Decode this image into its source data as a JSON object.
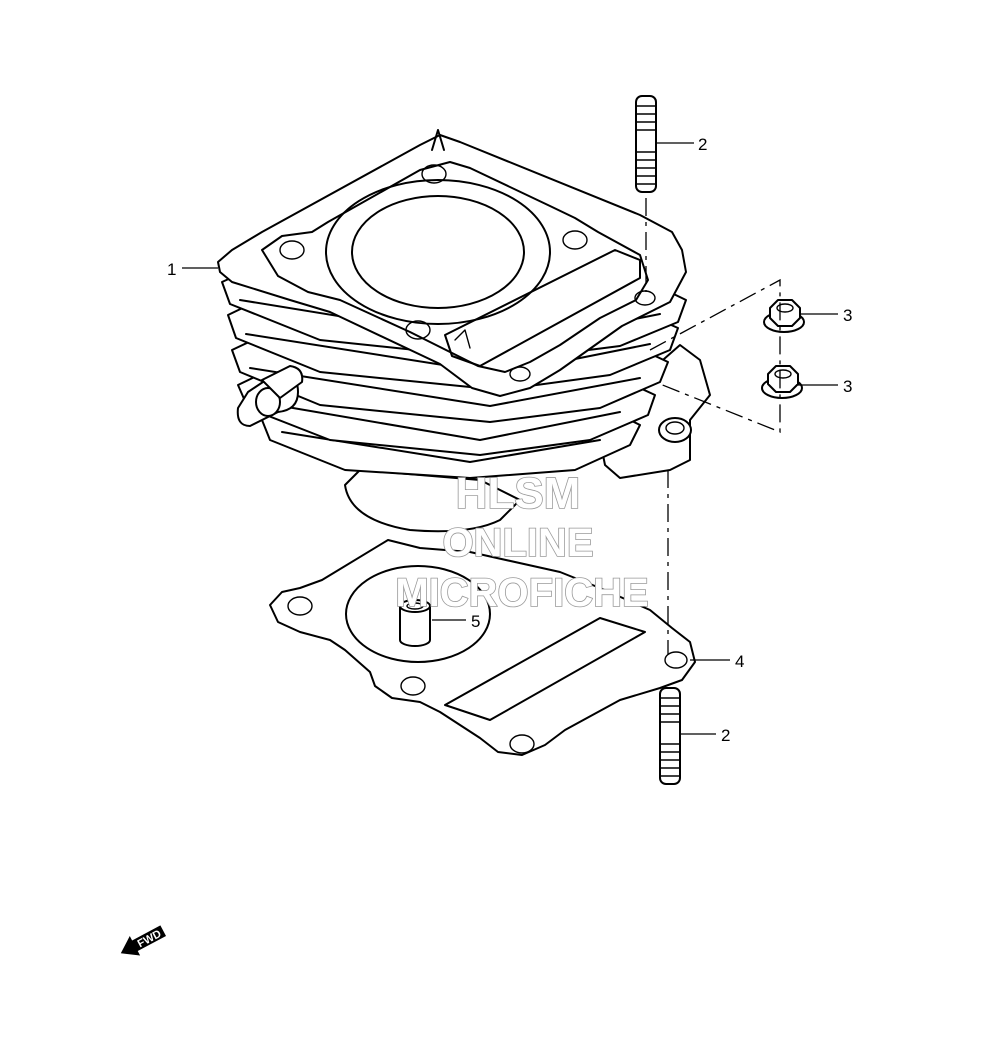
{
  "callouts": {
    "cylinder": "1",
    "stud_upper": "2",
    "nut_upper": "3",
    "nut_lower": "3",
    "gasket": "4",
    "dowel_pin": "5",
    "stud_lower": "2"
  },
  "watermark": {
    "line1": "HLSM",
    "line2": "ONLINE",
    "line3": "MICROFICHE"
  },
  "fwd_label": "FWD",
  "colors": {
    "line": "#000000",
    "watermark_stroke": "#9a9a9a",
    "background": "#ffffff"
  }
}
